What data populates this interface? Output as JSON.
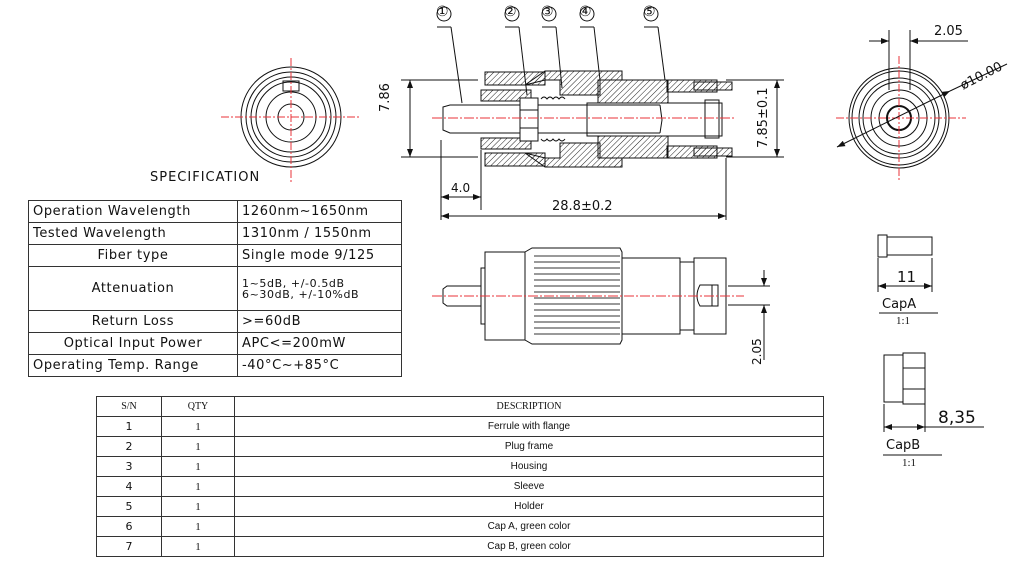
{
  "title": "SPECIFICATION",
  "spec_table": [
    {
      "label": "Operation Wavelength",
      "value": "1260nm~1650nm"
    },
    {
      "label": "Tested Wavelength",
      "value": "1310nm / 1550nm"
    },
    {
      "label": "Fiber type",
      "value": "Single mode 9/125"
    },
    {
      "label": "Attenuation",
      "value_line1": "1~5dB, +/-0.5dB",
      "value_line2": "6~30dB, +/-10%dB"
    },
    {
      "label": "Return Loss",
      "value": ">=60dB"
    },
    {
      "label": "Optical Input Power",
      "value": "APC<=200mW"
    },
    {
      "label": "Operating Temp. Range",
      "value": "-40°C~+85°C"
    }
  ],
  "bom_table": {
    "headers": {
      "sn": "S/N",
      "qty": "QTY",
      "description": "DESCRIPTION"
    },
    "rows": [
      {
        "sn": "1",
        "qty": "1",
        "description": "Ferrule with flange"
      },
      {
        "sn": "2",
        "qty": "1",
        "description": "Plug frame"
      },
      {
        "sn": "3",
        "qty": "1",
        "description": "Housing"
      },
      {
        "sn": "4",
        "qty": "1",
        "description": "Sleeve"
      },
      {
        "sn": "5",
        "qty": "1",
        "description": "Holder"
      },
      {
        "sn": "6",
        "qty": "1",
        "description": "Cap A,  green color"
      },
      {
        "sn": "7",
        "qty": "1",
        "description": "Cap B,  green color"
      }
    ]
  },
  "callouts": [
    "①",
    "②",
    "③",
    "④",
    "⑤"
  ],
  "dimensions": {
    "height_left": "7.86",
    "height_right": "7.85±0.1",
    "ferrule_length": "4.0",
    "total_length": "28.8±0.2",
    "key_width_top": "2.05",
    "diameter": "ø10.00",
    "key_width_side": "2.05",
    "cap_a_length": "11",
    "cap_b_length": "8,35"
  },
  "caps": {
    "cap_a_label": "CapA",
    "cap_a_scale": "1:1",
    "cap_b_label": "CapB",
    "cap_b_scale": "1:1"
  },
  "colors": {
    "centerline": "#e8333a",
    "line": "#111111"
  }
}
